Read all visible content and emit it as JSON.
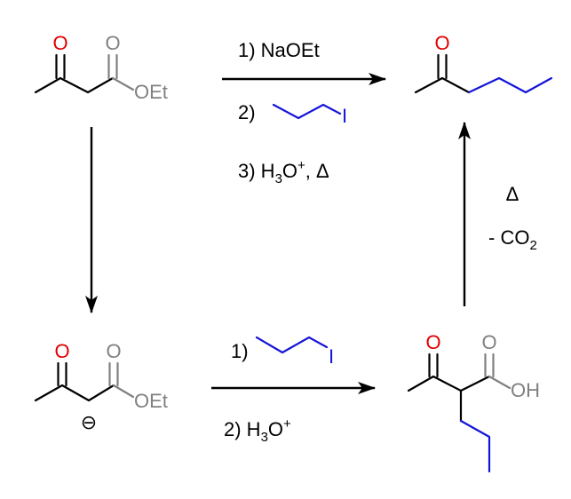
{
  "colors": {
    "oxygen": "#e00000",
    "ester": "#808080",
    "added_chain": "#1515d8",
    "bond": "#000000",
    "arrow": "#000000"
  },
  "atoms": {
    "O": "O",
    "OEt": "OEt",
    "OH": "OH",
    "I": "I",
    "anion": "⊖"
  },
  "reactions": {
    "top": {
      "step1": "1) NaOEt",
      "step2_prefix": "2)",
      "step3_prefix": "3) H",
      "step3_sub": "3",
      "step3_mid": "O",
      "step3_sup": "+",
      "step3_suffix": ", Δ"
    },
    "bottom": {
      "step1_prefix": "1)",
      "step2_prefix": "2) H",
      "step2_sub": "3",
      "step2_mid": "O",
      "step2_sup": "+"
    },
    "right": {
      "heat": "Δ",
      "loss_prefix": "- CO",
      "loss_sub": "2"
    }
  }
}
